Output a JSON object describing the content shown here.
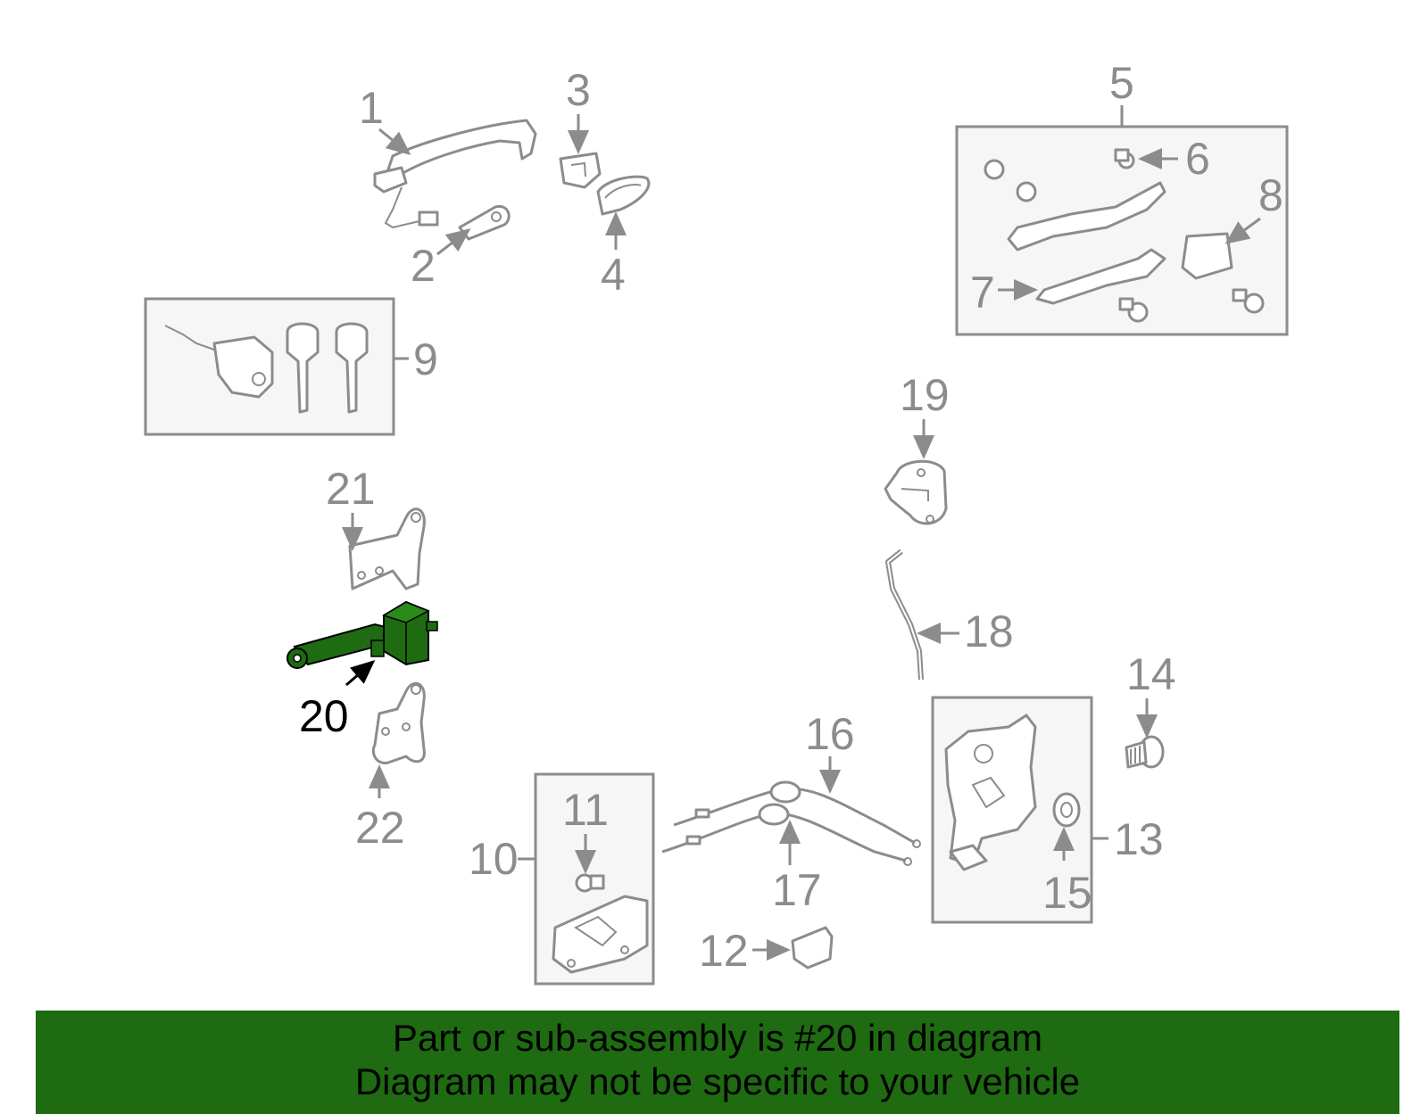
{
  "diagram": {
    "highlighted_part": "20",
    "highlight_color": "#1e6b12",
    "callouts": [
      "1",
      "2",
      "3",
      "4",
      "5",
      "6",
      "7",
      "8",
      "9",
      "10",
      "11",
      "12",
      "13",
      "14",
      "15",
      "16",
      "17",
      "18",
      "19",
      "20",
      "21",
      "22"
    ]
  },
  "banner": {
    "background_color": "#1e6b12",
    "line1": "Part or sub-assembly is #20 in diagram",
    "line2": "Diagram may not be specific to your vehicle"
  }
}
